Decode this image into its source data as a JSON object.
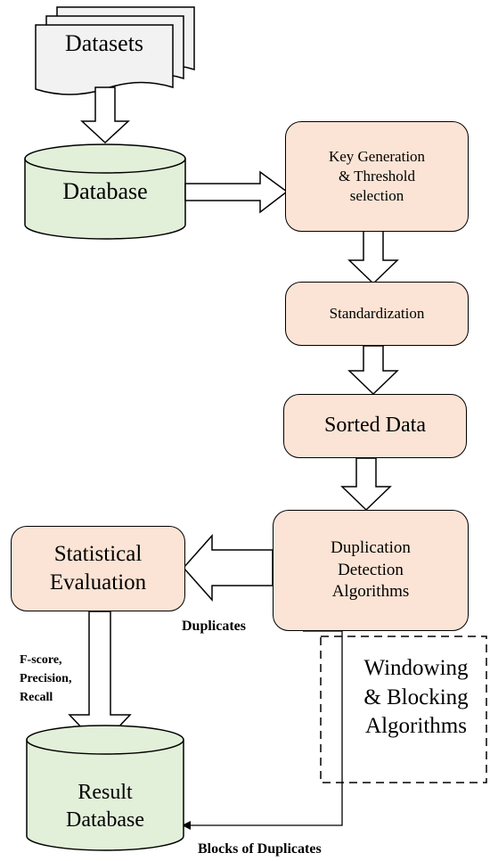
{
  "nodes": {
    "datasets": "Datasets",
    "database": "Database",
    "key_generation_line1": "Key Generation",
    "key_generation_line2": "& Threshold",
    "key_generation_line3": "selection",
    "standardization": "Standardization",
    "sorted_data": "Sorted Data",
    "duplication_line1": "Duplication",
    "duplication_line2": "Detection",
    "duplication_line3": "Algorithms",
    "statistical_line1": "Statistical",
    "statistical_line2": "Evaluation",
    "windowing_line1": "Windowing",
    "windowing_line2": "& Blocking",
    "windowing_line3": "Algorithms",
    "result_line1": "Result",
    "result_line2": "Database"
  },
  "edge_labels": {
    "duplicates": "Duplicates",
    "metrics_line1": "F-score,",
    "metrics_line2": "Precision,",
    "metrics_line3": "Recall",
    "blocks": "Blocks of Duplicates"
  },
  "colors": {
    "process_fill": "#fbe4d5",
    "database_fill": "#e2efd9",
    "document_fill": "#f2f2f2",
    "stroke": "#000000"
  }
}
